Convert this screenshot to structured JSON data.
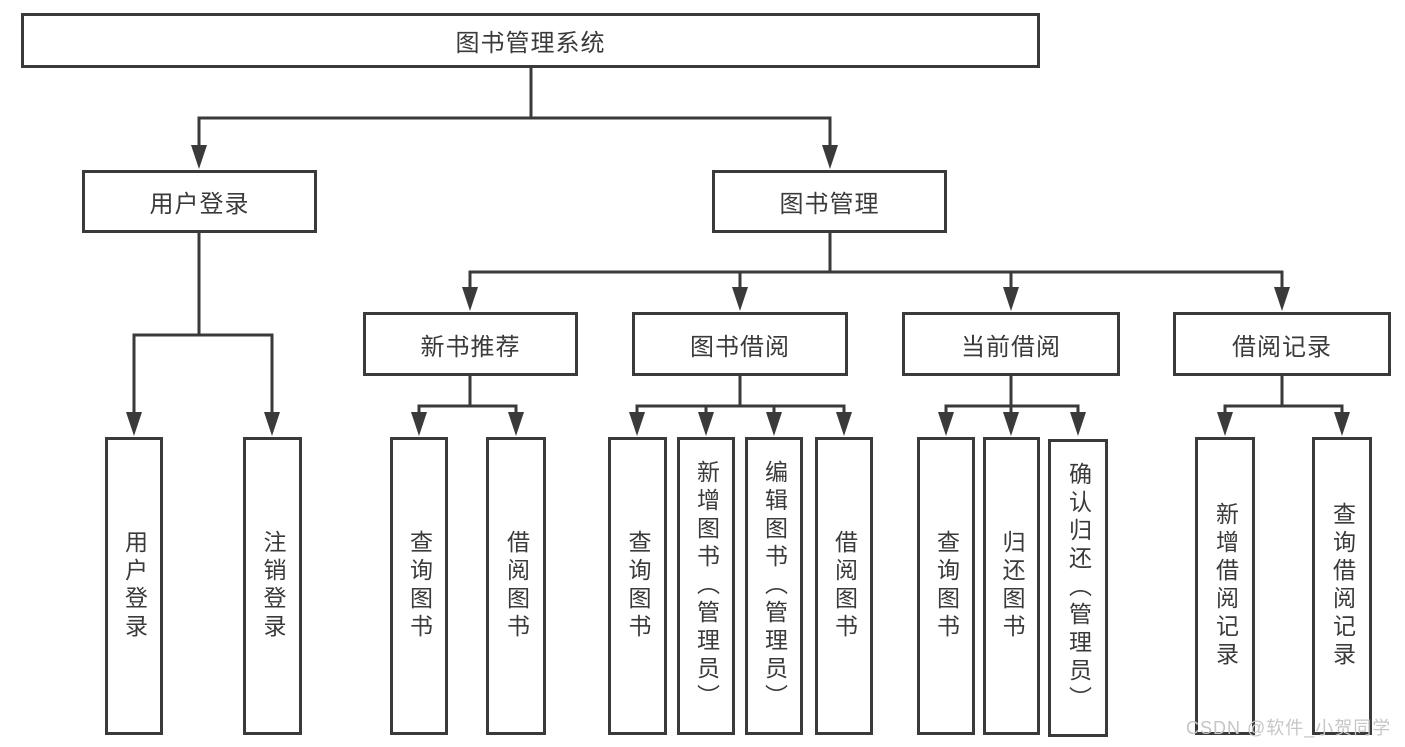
{
  "diagram_type": "hierarchy-tree",
  "colors": {
    "line": "#3a3a3a",
    "box_border": "#3a3a3a",
    "text": "#3a3a3a",
    "background": "#ffffff",
    "watermark": "#c6c6c6"
  },
  "tree": {
    "label": "图书管理系统",
    "children": [
      {
        "label": "用户登录",
        "children": [
          {
            "label": "用户登录"
          },
          {
            "label": "注销登录"
          }
        ]
      },
      {
        "label": "图书管理",
        "children": [
          {
            "label": "新书推荐",
            "children": [
              {
                "label": "查询图书"
              },
              {
                "label": "借阅图书"
              }
            ]
          },
          {
            "label": "图书借阅",
            "children": [
              {
                "label": "查询图书"
              },
              {
                "label": "新增图书（管理员）"
              },
              {
                "label": "编辑图书（管理员）"
              },
              {
                "label": "借阅图书"
              }
            ]
          },
          {
            "label": "当前借阅",
            "children": [
              {
                "label": "查询图书"
              },
              {
                "label": "归还图书"
              },
              {
                "label": "确认归还（管理员）"
              }
            ]
          },
          {
            "label": "借阅记录",
            "children": [
              {
                "label": "新增借阅记录"
              },
              {
                "label": "查询借阅记录"
              }
            ]
          }
        ]
      }
    ]
  },
  "watermark": {
    "text": "CSDN @软件_小贺同学"
  }
}
